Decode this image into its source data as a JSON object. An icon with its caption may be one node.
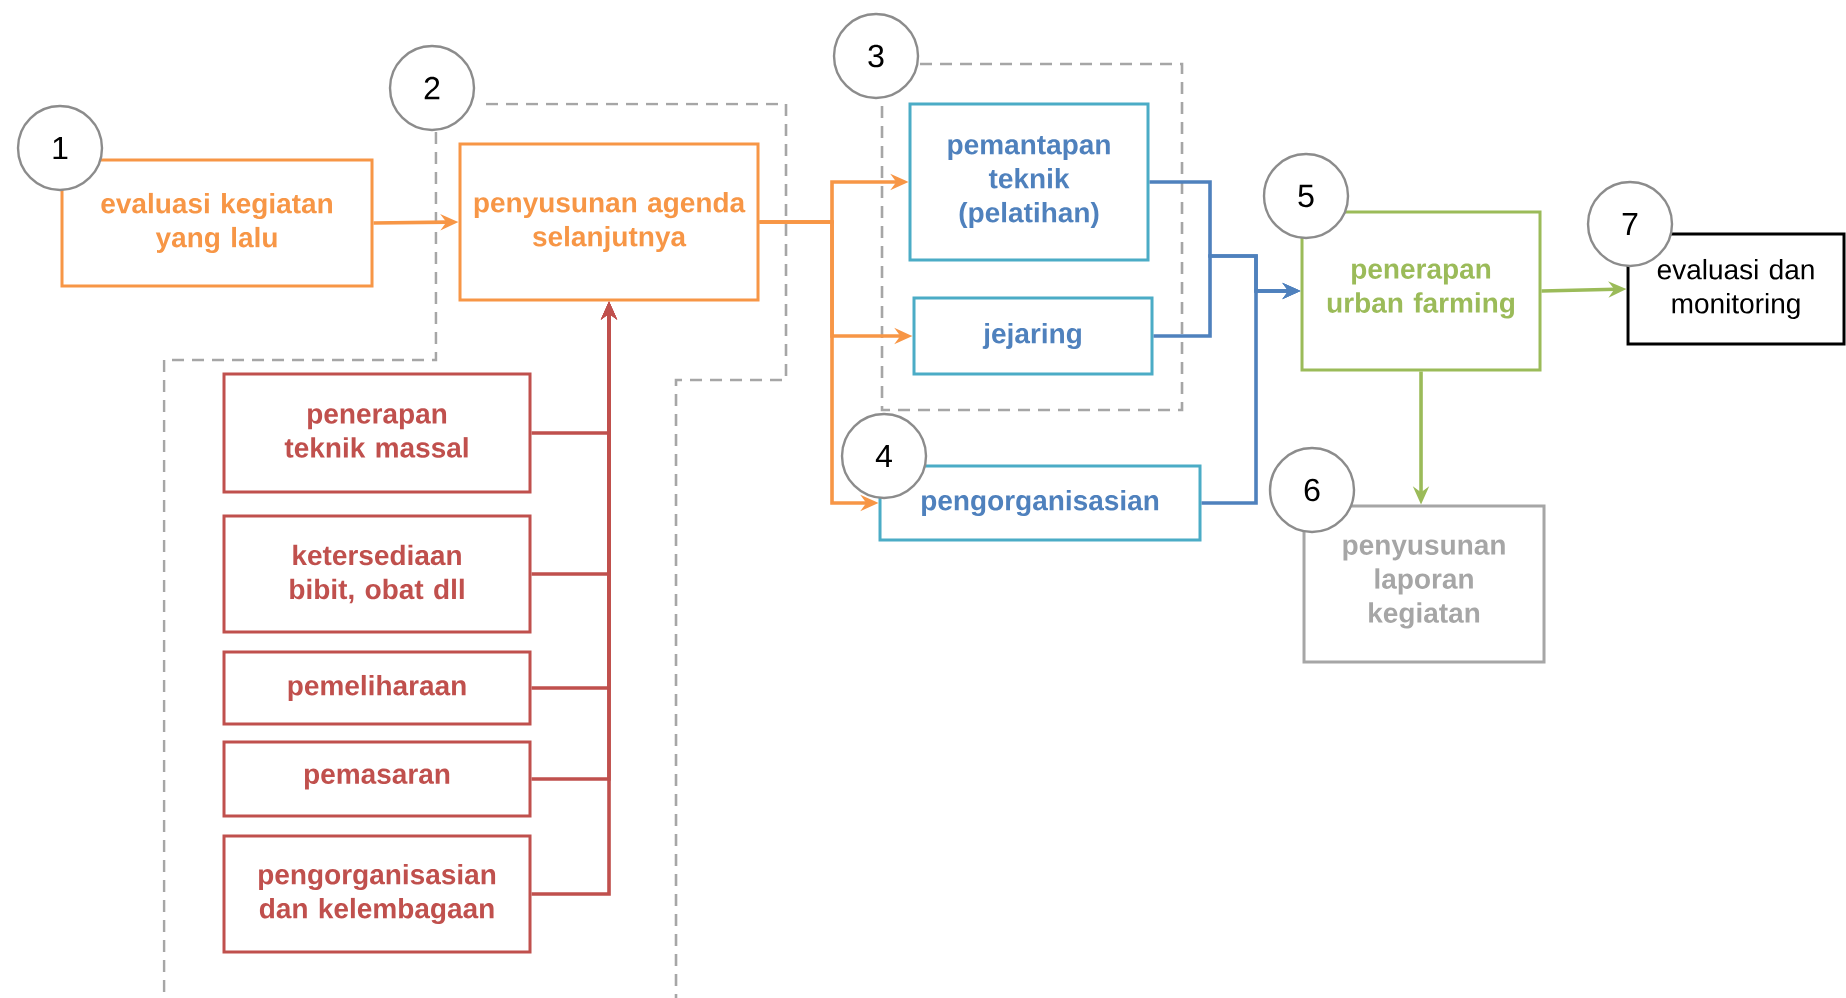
{
  "diagram": {
    "nodes": [
      {
        "text": [
          "1"
        ]
      },
      {
        "text": [
          "evaluasi kegiatan yang lalu"
        ]
      },
      {
        "text": [
          "2"
        ]
      },
      {
        "text": [
          "penyusunan agenda selanjutnya"
        ]
      },
      {
        "text": [
          "penerapan teknik massal"
        ]
      },
      {
        "text": [
          "ketersediaan bibit, obat dll"
        ]
      },
      {
        "text": [
          "pemeliharaan"
        ]
      },
      {
        "text": [
          "pemasaran"
        ]
      },
      {
        "text": [
          "pengorganisasian dan kelembagaan"
        ]
      },
      {
        "text": [
          "3"
        ]
      },
      {
        "text": [
          "pemantapan teknik (pelatihan)"
        ]
      },
      {
        "text": [
          "jejaring"
        ]
      },
      {
        "text": [
          "4"
        ]
      },
      {
        "text": [
          "pengorganisasian"
        ]
      },
      {
        "text": [
          "5"
        ]
      },
      {
        "text": [
          "penerapan urban farming"
        ]
      },
      {
        "text": [
          "6"
        ]
      },
      {
        "text": [
          "penyusunan laporan kegiatan"
        ]
      },
      {
        "text": [
          "7"
        ]
      },
      {
        "text": [
          "evaluasi dan monitoring"
        ]
      }
    ],
    "edges": [
      {
        "from": 1,
        "to": 3,
        "arrow": "to",
        "color": "#f79646"
      },
      {
        "from": 4,
        "to": 3,
        "arrow": "to",
        "color": "#c0504d"
      },
      {
        "from": 5,
        "to": 3,
        "arrow": "to",
        "color": "#c0504d"
      },
      {
        "from": 6,
        "to": 3,
        "arrow": "to",
        "color": "#c0504d"
      },
      {
        "from": 7,
        "to": 3,
        "arrow": "to",
        "color": "#c0504d"
      },
      {
        "from": 8,
        "to": 3,
        "arrow": "to",
        "color": "#c0504d"
      },
      {
        "from": 3,
        "to": 10,
        "arrow": "to",
        "color": "#f79646"
      },
      {
        "from": 3,
        "to": 11,
        "arrow": "to",
        "color": "#f79646"
      },
      {
        "from": 3,
        "to": 13,
        "arrow": "to",
        "color": "#f79646"
      },
      {
        "from": 10,
        "to": 15,
        "arrow": "to",
        "color": "#4f81bd"
      },
      {
        "from": 11,
        "to": 15,
        "arrow": "to",
        "color": "#4f81bd"
      },
      {
        "from": 13,
        "to": 15,
        "arrow": "to",
        "color": "#4f81bd"
      },
      {
        "from": 15,
        "to": 19,
        "arrow": "to",
        "color": "#9bbb59"
      },
      {
        "from": 15,
        "to": 17,
        "arrow": "to",
        "color": "#9bbb59"
      }
    ]
  }
}
